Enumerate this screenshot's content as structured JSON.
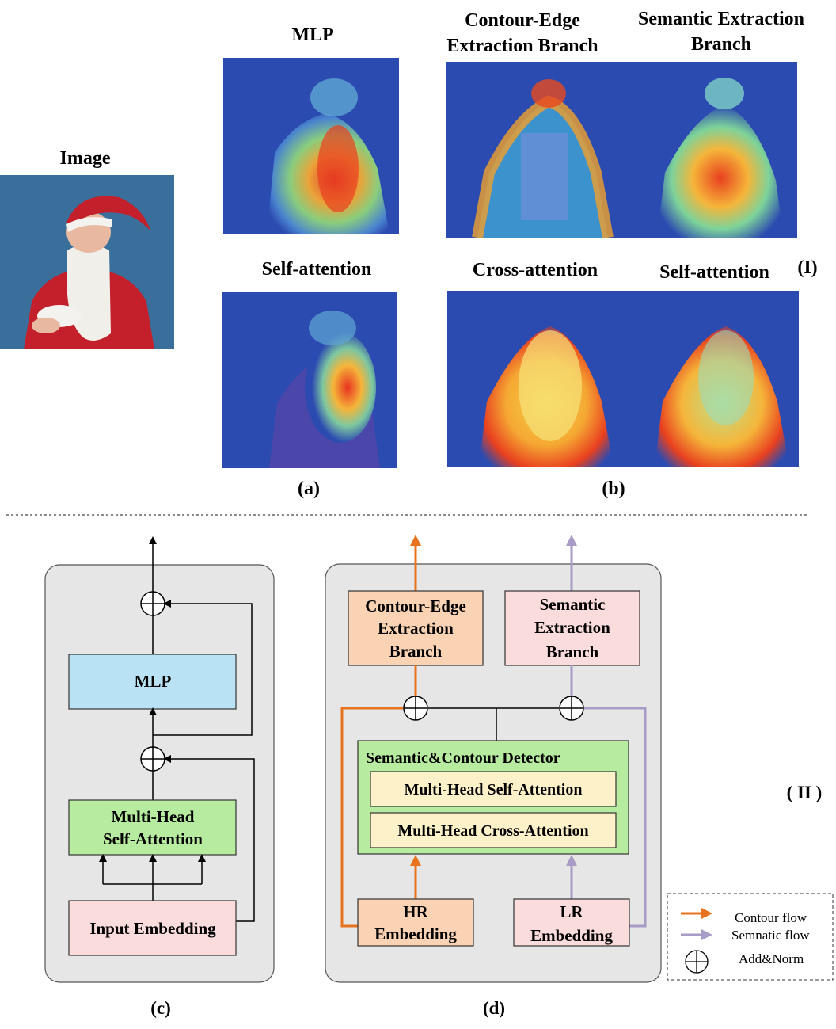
{
  "top": {
    "image_title": "Image",
    "mlp_title": "MLP",
    "contour_title_1": "Contour-Edge",
    "contour_title_2": "Extraction Branch",
    "semantic_title_1": "Semantic Extraction",
    "semantic_title_2": "Branch",
    "self_attention_a": "Self-attention",
    "cross_attention": "Cross-attention",
    "self_attention_b": "Self-attention",
    "label_I": "(I)",
    "caption_a": "(a)",
    "caption_b": "(b)"
  },
  "diagram_c": {
    "mlp": "MLP",
    "mhsa_1": "Multi-Head",
    "mhsa_2": "Self-Attention",
    "input_embedding": "Input Embedding",
    "caption": "(c)"
  },
  "diagram_d": {
    "contour_1": "Contour-Edge",
    "contour_2": "Extraction",
    "contour_3": "Branch",
    "semantic_1": "Semantic",
    "semantic_2": "Extraction",
    "semantic_3": "Branch",
    "detector": "Semantic&Contour Detector",
    "self_attn": "Multi-Head Self-Attention",
    "cross_attn": "Multi-Head Cross-Attention",
    "hr_1": "HR",
    "hr_2": "Embedding",
    "lr_1": "LR",
    "lr_2": "Embedding",
    "caption": "(d)"
  },
  "label_II": "( II )",
  "legend": {
    "contour": "Contour flow",
    "semantic": "Semnatic flow",
    "addnorm": "Add&Norm"
  },
  "colors": {
    "contour_flow": "#e8731e",
    "semantic_flow": "#a89bc6",
    "panel_bg": "#e6e6e6",
    "mlp_box": "#b9e3f5",
    "attention_box": "#b7eca0",
    "embedding_box": "#fbdcdc",
    "contour_box": "#f9d3b4",
    "inner_box": "#fdf1c9",
    "heat_bg": "#2c4bb0"
  }
}
